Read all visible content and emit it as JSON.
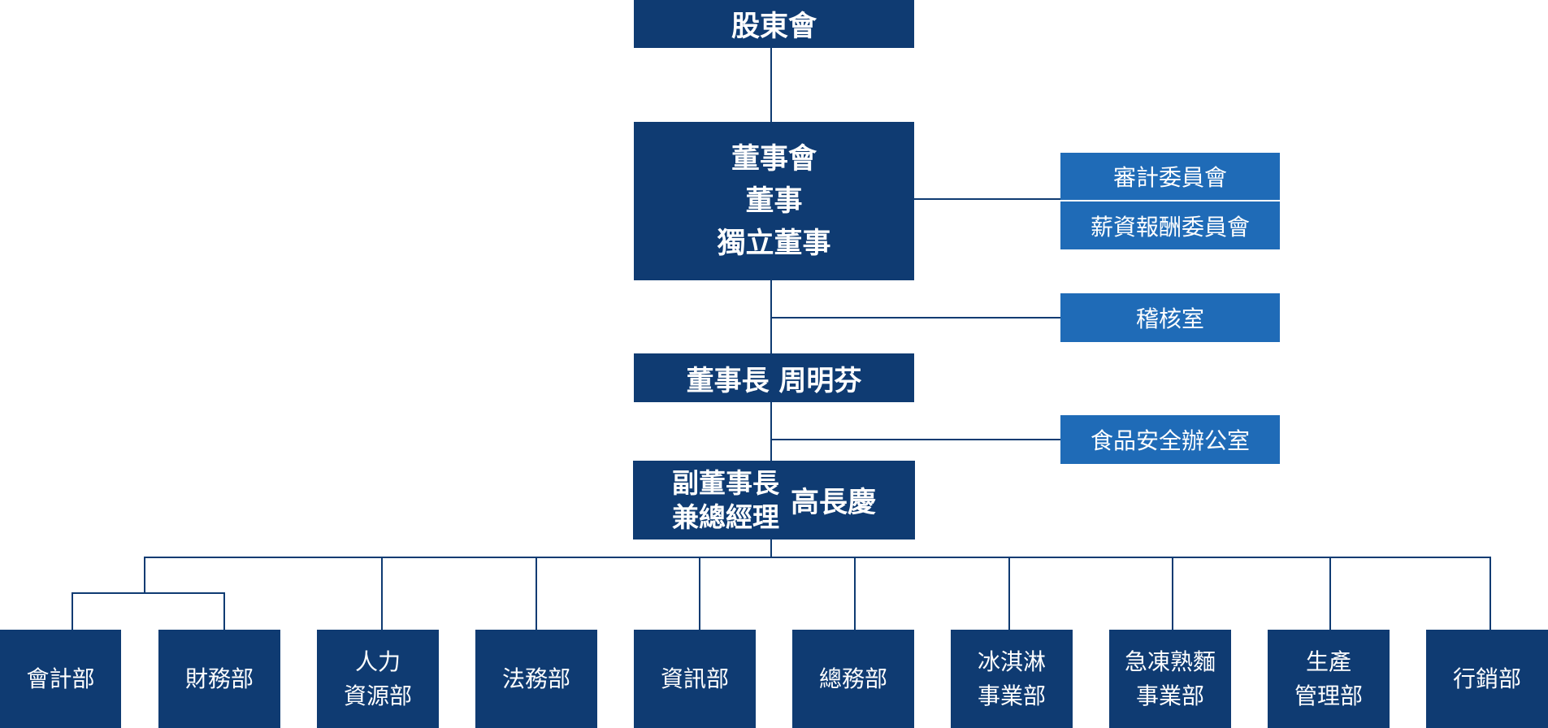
{
  "shareholders": "股東會",
  "board": {
    "line1": "董事會",
    "line2": "董事",
    "line3": "獨立董事"
  },
  "committees": {
    "audit": "審計委員會",
    "compensation": "薪資報酬委員會"
  },
  "audit_office": "稽核室",
  "chairman": "董事長 周明芬",
  "food_safety_office": "食品安全辦公室",
  "vice_chairman": {
    "title_line1": "副董事長",
    "title_line2": "兼總經理",
    "name": "高長慶"
  },
  "departments": [
    {
      "line1": "會計部",
      "line2": ""
    },
    {
      "line1": "財務部",
      "line2": ""
    },
    {
      "line1": "人力",
      "line2": "資源部"
    },
    {
      "line1": "法務部",
      "line2": ""
    },
    {
      "line1": "資訊部",
      "line2": ""
    },
    {
      "line1": "總務部",
      "line2": ""
    },
    {
      "line1": "冰淇淋",
      "line2": "事業部"
    },
    {
      "line1": "急凍熟麵",
      "line2": "事業部"
    },
    {
      "line1": "生產",
      "line2": "管理部"
    },
    {
      "line1": "行銷部",
      "line2": ""
    }
  ],
  "colors": {
    "primary": "#0f3b72",
    "secondary": "#1f6bb7",
    "text": "#ffffff"
  }
}
